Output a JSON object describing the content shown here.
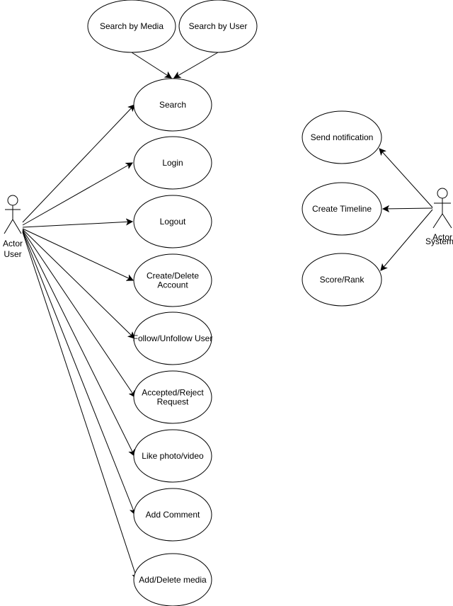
{
  "actors": [
    {
      "id": "user",
      "role": "Actor",
      "name": "User"
    },
    {
      "id": "system",
      "role": "Actor",
      "name": "System"
    }
  ],
  "use_cases": [
    {
      "id": "search-by-media",
      "lines": [
        "Search by Media"
      ]
    },
    {
      "id": "search-by-user",
      "lines": [
        "Search by User"
      ]
    },
    {
      "id": "search",
      "lines": [
        "Search"
      ]
    },
    {
      "id": "login",
      "lines": [
        "Login"
      ]
    },
    {
      "id": "logout",
      "lines": [
        "Logout"
      ]
    },
    {
      "id": "create-delete-account",
      "lines": [
        "Create/Delete",
        "Account"
      ]
    },
    {
      "id": "follow-unfollow-user",
      "lines": [
        "Follow/Unfollow User"
      ]
    },
    {
      "id": "accept-reject-request",
      "lines": [
        "Accepted/Reject",
        "Request"
      ]
    },
    {
      "id": "like-photo-video",
      "lines": [
        "Like photo/video"
      ]
    },
    {
      "id": "add-comment",
      "lines": [
        "Add Comment"
      ]
    },
    {
      "id": "add-delete-media",
      "lines": [
        "Add/Delete media"
      ]
    },
    {
      "id": "send-notification",
      "lines": [
        "Send notification"
      ]
    },
    {
      "id": "create-timeline",
      "lines": [
        "Create Timeline"
      ]
    },
    {
      "id": "score-rank",
      "lines": [
        "Score/Rank"
      ]
    }
  ],
  "associations": [
    {
      "from": "user",
      "to": "search"
    },
    {
      "from": "user",
      "to": "login"
    },
    {
      "from": "user",
      "to": "logout"
    },
    {
      "from": "user",
      "to": "create-delete-account"
    },
    {
      "from": "user",
      "to": "follow-unfollow-user"
    },
    {
      "from": "user",
      "to": "accept-reject-request"
    },
    {
      "from": "user",
      "to": "like-photo-video"
    },
    {
      "from": "user",
      "to": "add-comment"
    },
    {
      "from": "user",
      "to": "add-delete-media"
    },
    {
      "from": "search-by-media",
      "to": "search"
    },
    {
      "from": "search-by-user",
      "to": "search"
    },
    {
      "from": "system",
      "to": "send-notification"
    },
    {
      "from": "system",
      "to": "create-timeline"
    },
    {
      "from": "system",
      "to": "score-rank"
    }
  ]
}
